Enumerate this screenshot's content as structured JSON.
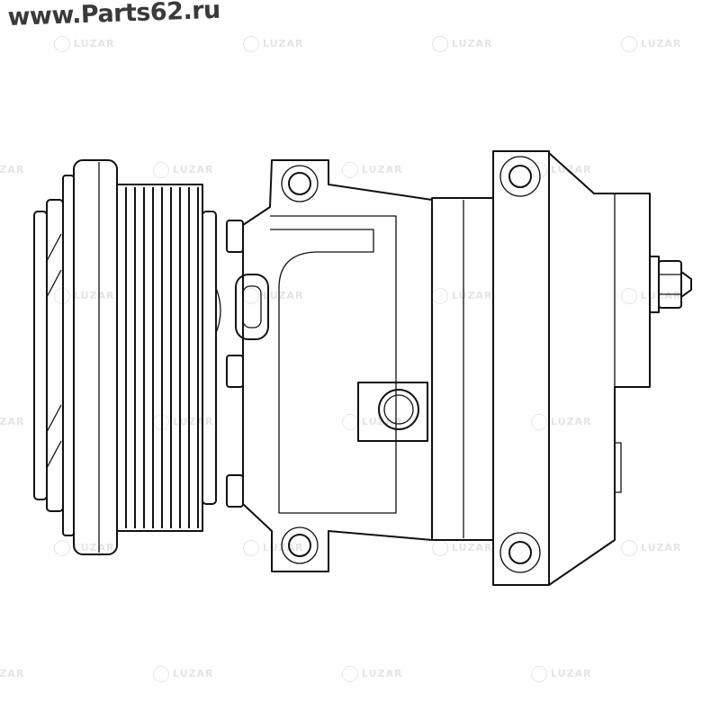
{
  "header": {
    "site_url": "www.Parts62.ru"
  },
  "watermark": {
    "brand": "LUZAR"
  },
  "drawing": {
    "subject": "compressor-line-drawing",
    "line_color": "#111111"
  }
}
